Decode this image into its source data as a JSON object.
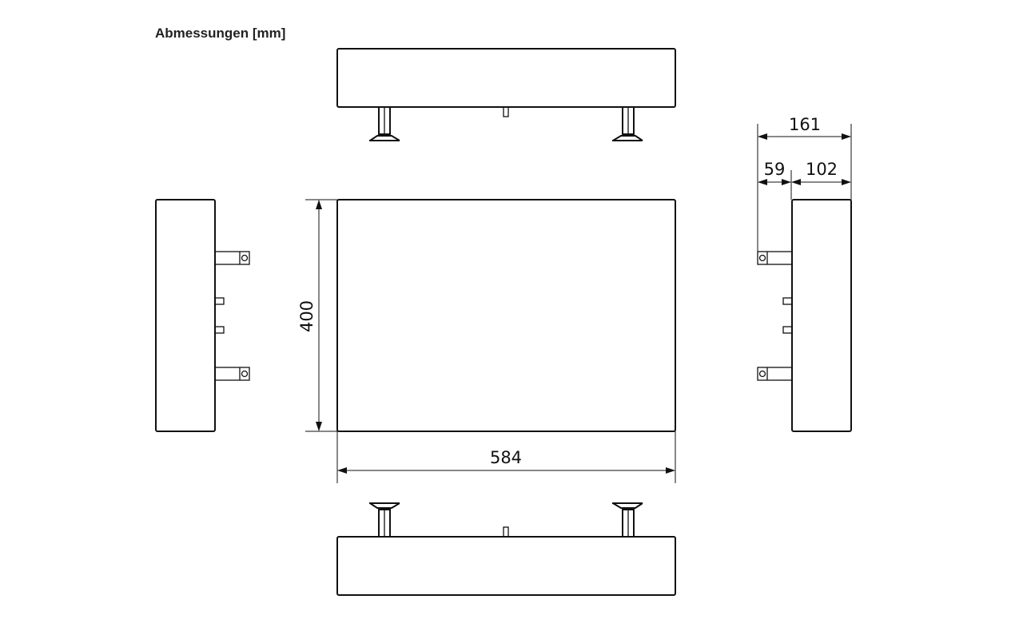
{
  "title": "Abmessungen [mm]",
  "dimensions": {
    "width": "584",
    "height": "400",
    "depth_total": "161",
    "depth_wall": "59",
    "depth_body": "102"
  }
}
